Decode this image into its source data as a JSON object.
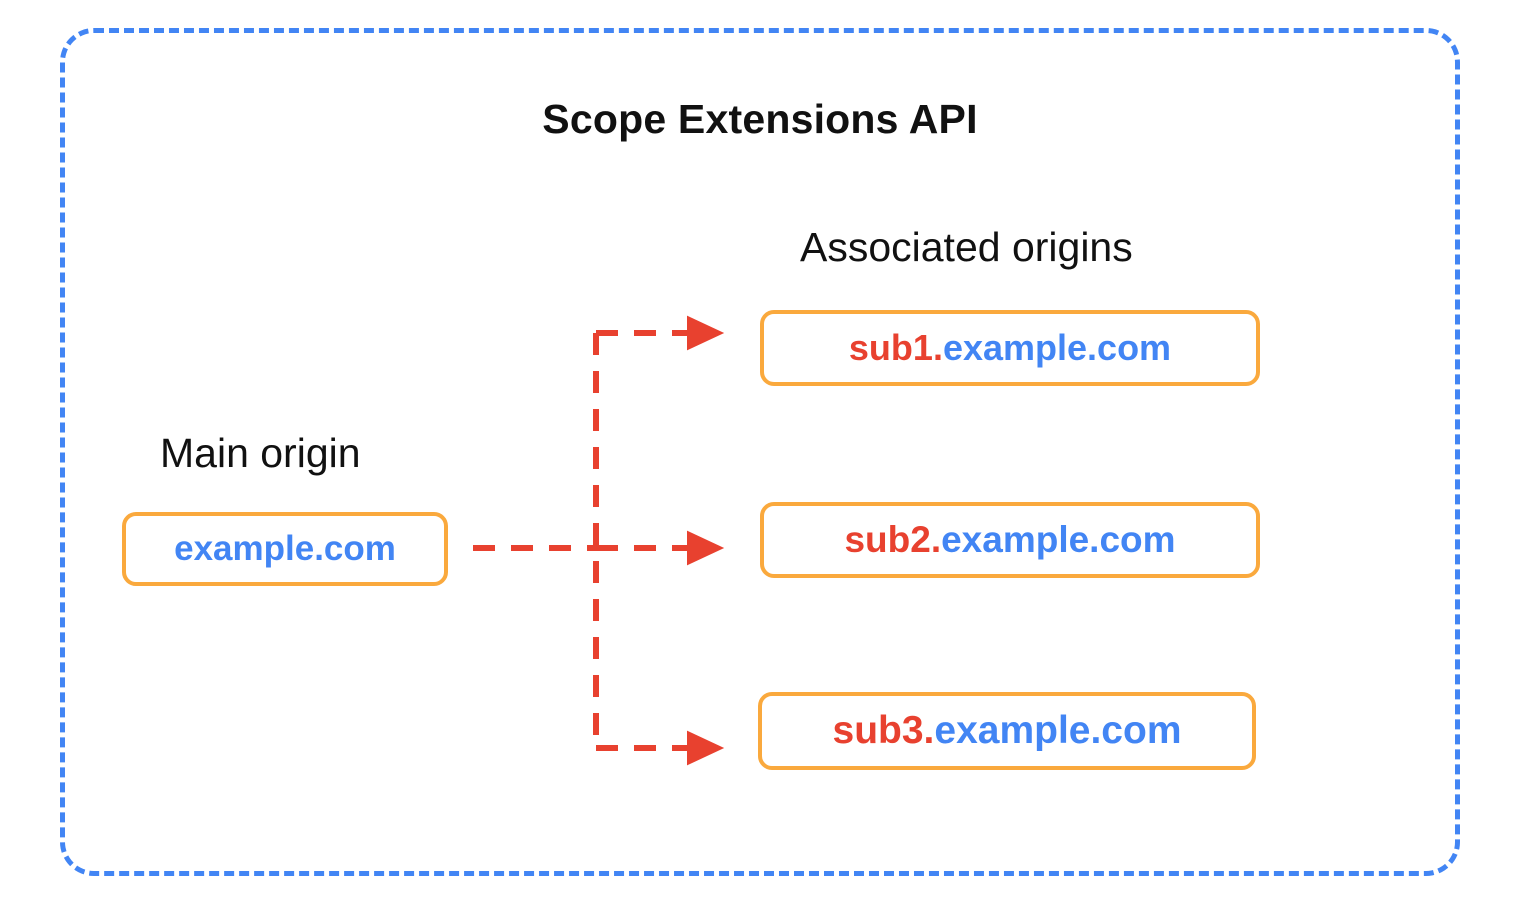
{
  "diagram": {
    "title": "Scope Extensions API",
    "colors": {
      "container_border": "#4285F4",
      "box_border": "#FAA93D",
      "arrow": "#E8412F",
      "subdomain_text": "#E8412F",
      "domain_text": "#4285F4",
      "title_text": "#111111"
    }
  },
  "main_origin": {
    "label": "Main origin",
    "box": {
      "sub": "",
      "dot": "",
      "domain": "example.com",
      "full": "example.com"
    }
  },
  "associated_origins": {
    "label": "Associated origins",
    "items": [
      {
        "sub": "sub1",
        "dot": ".",
        "domain": "example.com",
        "full": "sub1.example.com"
      },
      {
        "sub": "sub2",
        "dot": ".",
        "domain": "example.com",
        "full": "sub2.example.com"
      },
      {
        "sub": "sub3",
        "dot": ".",
        "domain": "example.com",
        "full": "sub3.example.com"
      }
    ]
  },
  "connectors": {
    "style": "dashed-arrow",
    "count": 3,
    "from": "example.com",
    "to": [
      "sub1.example.com",
      "sub2.example.com",
      "sub3.example.com"
    ]
  }
}
